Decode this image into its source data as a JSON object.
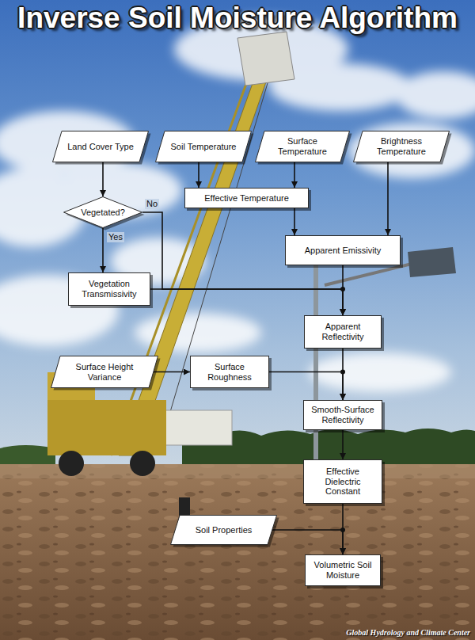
{
  "diagram": {
    "title": "Inverse Soil Moisture Algorithm",
    "nodes": [
      {
        "text": [
          "Land Cover Type"
        ]
      },
      {
        "text": [
          "Soil Temperature"
        ]
      },
      {
        "text": [
          "Surface Temperature"
        ]
      },
      {
        "text": [
          "Brightness Temperature"
        ]
      },
      {
        "text": [
          "Vegetated?"
        ]
      },
      {
        "text": [
          "Effective Temperature"
        ]
      },
      {
        "text": [
          "Apparent Emissivity"
        ]
      },
      {
        "text": [
          "Vegetation Transmissivity"
        ]
      },
      {
        "text": [
          "Apparent Reflectivity"
        ]
      },
      {
        "text": [
          "Surface Height Variance"
        ]
      },
      {
        "text": [
          "Surface Roughness"
        ]
      },
      {
        "text": [
          "Smooth-Surface Reflectivity"
        ]
      },
      {
        "text": [
          "Effective Dielectric Constant"
        ]
      },
      {
        "text": [
          "Soil Properties"
        ]
      },
      {
        "text": [
          "Volumetric Soil Moisture"
        ]
      }
    ],
    "edges": [
      {
        "from": 0,
        "to": 4,
        "arrow": "to"
      },
      {
        "from": 1,
        "to": 5,
        "arrow": "to"
      },
      {
        "from": 2,
        "to": 5,
        "arrow": "to"
      },
      {
        "from": 5,
        "to": 6,
        "arrow": "to"
      },
      {
        "from": 3,
        "to": 6,
        "arrow": "to"
      },
      {
        "from": 4,
        "to": 7,
        "label": "Yes",
        "arrow": "to"
      },
      {
        "from": 4,
        "to": 8,
        "label": "No",
        "arrow": "to"
      },
      {
        "from": 7,
        "to": 8,
        "arrow": "to"
      },
      {
        "from": 6,
        "to": 8,
        "arrow": "to"
      },
      {
        "from": 9,
        "to": 10,
        "arrow": "to"
      },
      {
        "from": 10,
        "to": 11,
        "arrow": "to"
      },
      {
        "from": 8,
        "to": 11,
        "arrow": "to"
      },
      {
        "from": 11,
        "to": 12,
        "arrow": "to"
      },
      {
        "from": 12,
        "to": 14,
        "arrow": "to"
      },
      {
        "from": 13,
        "to": 14,
        "arrow": "to"
      }
    ],
    "labels": [
      "Global Hydrology and Climate Center"
    ]
  }
}
